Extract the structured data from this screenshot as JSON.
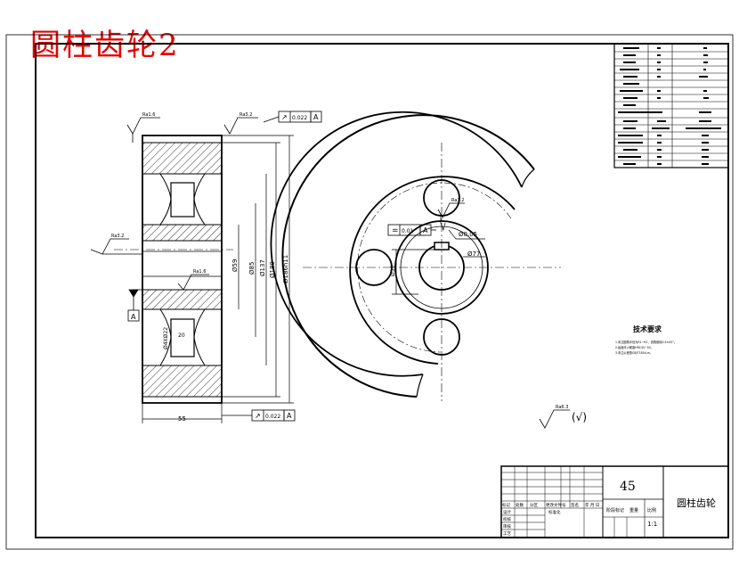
{
  "title": "圆柱齿轮2",
  "title_color": "#e60000",
  "views": {
    "section": {
      "dimensions": [
        "55",
        "Ø59",
        "Ø85",
        "Ø137",
        "Ø180",
        "Ø186h11",
        "Ø4XØ22",
        "20"
      ],
      "tolerances": [
        {
          "symbol": "↗",
          "value": "0.022",
          "datum": "A"
        },
        {
          "symbol": "↗",
          "value": "0.022",
          "datum": "A"
        }
      ],
      "datum_label": "A",
      "roughness": [
        "Ra1.6",
        "Ra3.2",
        "Ra3.2",
        "Ra1.6"
      ]
    },
    "front": {
      "dimensions": [
        "Ø36",
        "Ø0.05",
        "Ø77"
      ],
      "tolerance": {
        "symbol": "=",
        "value": "0.01",
        "datum": "A"
      },
      "roughness": [
        "Ra3.2"
      ]
    }
  },
  "param_table_rows": 16,
  "tech_requirements": {
    "heading": "技术要求",
    "items": [
      "1.未注圆角半径为R1~R2，锐角倒钝0.5×45°。",
      "2.齿面淬火硬度HRC45~50。",
      "3.未注公差按GB/T1804-m。"
    ]
  },
  "roughness_note": {
    "symbol": "Ra6.3",
    "paren": "(√)"
  },
  "title_block": {
    "material": "45",
    "part_name": "圆柱齿轮",
    "scale_label": "比例",
    "scale": "1:1",
    "row_labels": [
      "标记",
      "处数",
      "分区",
      "更改文件号",
      "签名",
      "年 月 日"
    ],
    "left_labels": [
      "设计",
      "校核",
      "审核",
      "工艺"
    ],
    "std_label": "标准化",
    "stage_label": "阶段标记",
    "weight_label": "重量"
  }
}
